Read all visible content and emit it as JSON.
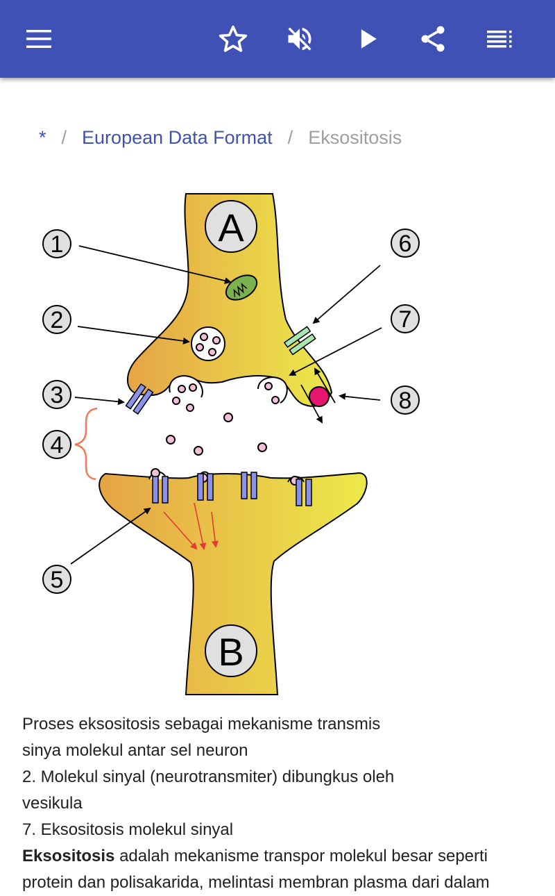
{
  "toolbar": {
    "icons": [
      "menu-icon",
      "star-icon",
      "volume-off-icon",
      "play-icon",
      "share-icon",
      "playlist-icon"
    ],
    "background": "#3f51b5"
  },
  "breadcrumb": {
    "home": "*",
    "separator": "/",
    "section": "European Data Format",
    "current": "Eksositosis"
  },
  "figure": {
    "labels": {
      "top_cell": "A",
      "bottom_cell": "B",
      "n1": "1",
      "n2": "2",
      "n3": "3",
      "n4": "4",
      "n5": "5",
      "n6": "6",
      "n7": "7",
      "n8": "8"
    },
    "colors": {
      "cell_left": "#e5a445",
      "cell_right": "#ece94a",
      "vesicle_dot": "#f3c0dc",
      "receptor": "#8b91e8",
      "channel": "#a9e6b0",
      "pump": "#e6166e",
      "bracket": "#f07a55",
      "red_arrow": "#e53935"
    }
  },
  "caption": {
    "line1": "Proses eksositosis sebagai mekanisme transmis",
    "line2": "sinya molekul antar sel neuron",
    "line3": "2. Molekul sinyal (neurotransmiter) dibungkus oleh",
    "line4": "vesikula",
    "line5": "7. Eksositosis molekul sinyal"
  },
  "article": {
    "term": "Eksositosis",
    "text": " adalah mekanisme transpor molekul besar seperti",
    "line2": "protein dan polisakarida, melintasi membran plasma dari dalam"
  }
}
